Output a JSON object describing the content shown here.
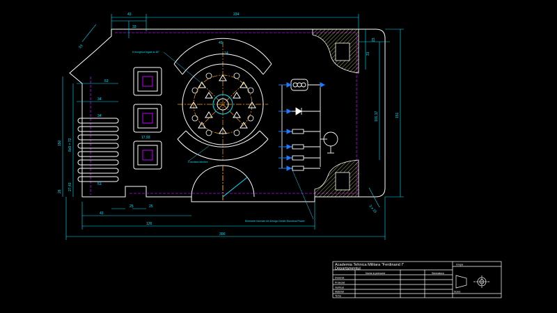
{
  "colors": {
    "background": "#000000",
    "outline": "#ffffff",
    "dimension": "#00e5ff",
    "center_line": "#ffa500",
    "hidden_line": "#c000ff",
    "hatch": "#d9e05a",
    "electrical": "#1e7bff"
  },
  "dimensions": {
    "top_left": "43",
    "top_span": "234",
    "top_mid_small": "33",
    "left_diag": "53",
    "left_a": "53",
    "left_b": "34",
    "left_c": "34",
    "left_d": "51",
    "left_h1": "150",
    "left_h2": "8x9 = 72",
    "left_h3": "27,43",
    "left_h4": "26",
    "bottom_a": "43",
    "bottom_b": "25",
    "bottom_c": "25",
    "bottom_d": "126",
    "bottom_total": "300",
    "right_a": "23",
    "right_b": "31",
    "right_c": "101,17",
    "right_total": "151",
    "right_diag": "3 x 15",
    "top_center_a": "45",
    "top_center_b": "14",
    "small_box": "17,93"
  },
  "annotations": {
    "triangles": "8 triunghiuri egale la 45°",
    "arc_note": "2 sectiuni identice",
    "electrical_note": "Elemente inserate din Design Center-Electrical Power"
  },
  "title_block": {
    "school": "Academia Tehnica Militara \"Ferdinand I\"",
    "department": "Departamentul",
    "col_name": "Nume si prenume",
    "col_signature": "Semnatura",
    "col_group": "Grupa",
    "row_drawn": "Desenat",
    "row_designed": "Proiectat",
    "row_checked": "Verificat",
    "row_material": "Material",
    "row_theme": "Tema",
    "scale_label": "Scara",
    "projection_symbol": "projection-symbol"
  }
}
